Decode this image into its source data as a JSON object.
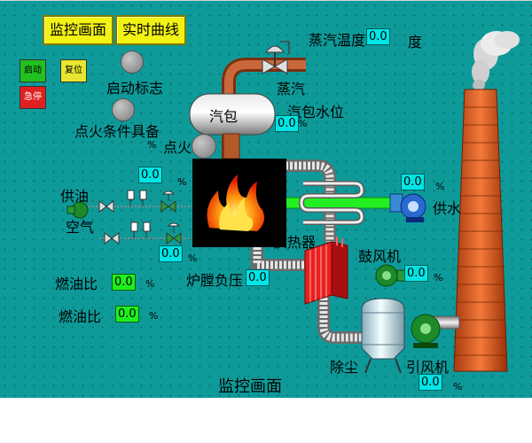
{
  "nav": {
    "monitor_btn": "监控画面",
    "curve_btn": "实时曲线"
  },
  "controls": {
    "start": "启动",
    "reset": "复位",
    "estop": "急停"
  },
  "indicators": {
    "start_flag": "启动标志",
    "ignition_ready": "点火条件具备",
    "ignite": "点火"
  },
  "labels": {
    "steam_temp": "蒸汽温度",
    "steam_temp_unit": "度",
    "steam": "蒸汽",
    "drum": "汽包",
    "drum_level": "汽包水位",
    "fuel_supply": "供油",
    "air": "空气",
    "water_supply": "供水",
    "heat_exchanger": "换热器",
    "blower": "鼓风机",
    "furnace_pressure": "炉膛负压",
    "fuel_ratio_1": "燃油比",
    "fuel_ratio_2": "燃油比",
    "dust_removal": "除尘",
    "induced_fan": "引风机",
    "footer_title": "监控画面"
  },
  "values": {
    "steam_temp": "0.0",
    "drum_level": "0.0",
    "fuel_flow": "0.0",
    "air_flow": "0.0",
    "water_supply": "0.0",
    "blower": "0.0",
    "furnace_pressure": "0.0",
    "fuel_ratio_1": "0.0",
    "fuel_ratio_2": "0.0",
    "induced_fan": "0.0"
  },
  "units": {
    "percent": "%"
  },
  "colors": {
    "background": "#0f9a9a",
    "nav_button": "#f2f214",
    "value_box": "#00e5e5",
    "value_box_green": "#1cf01c",
    "flame_bg": "#000000",
    "chimney": "#e8642a",
    "steam_pipe": "#b4582a",
    "water_pipe": "#22ee22"
  }
}
